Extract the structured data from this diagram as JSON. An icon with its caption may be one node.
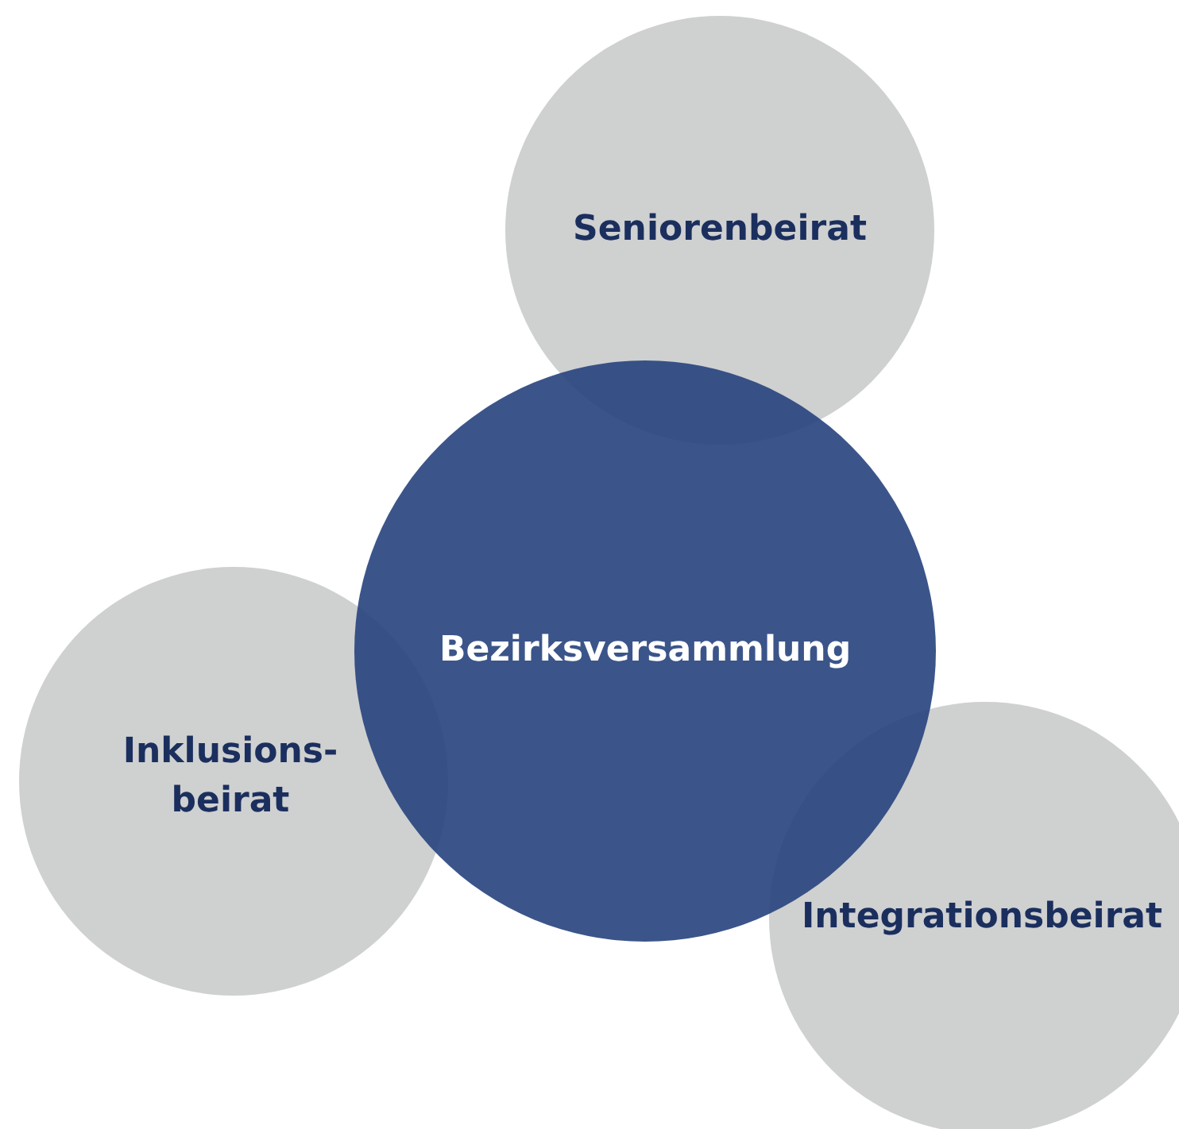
{
  "diagram": {
    "nodes": [
      {
        "text": [
          "Seniorenbeirat"
        ]
      },
      {
        "text": [
          "Bezirksversammlung"
        ]
      },
      {
        "text": [
          "Inklusions- beirat"
        ]
      },
      {
        "text": [
          "Integrationsbeirat"
        ]
      }
    ]
  }
}
